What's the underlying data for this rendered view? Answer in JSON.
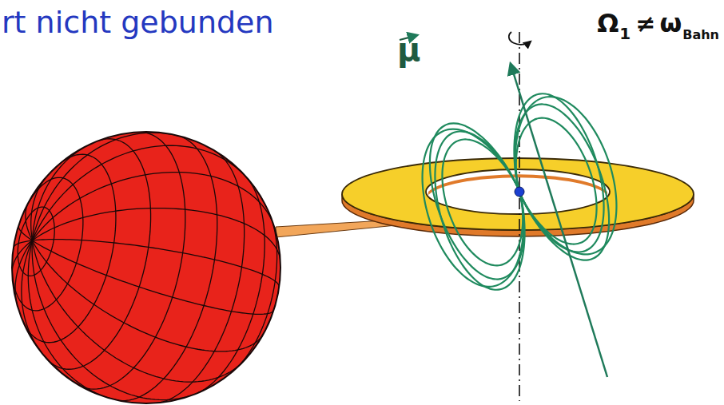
{
  "diagram": {
    "labels": [
      "rt nicht gebunden",
      "μ",
      "Ω",
      "1",
      "≠",
      "ω",
      "Bahn"
    ]
  }
}
